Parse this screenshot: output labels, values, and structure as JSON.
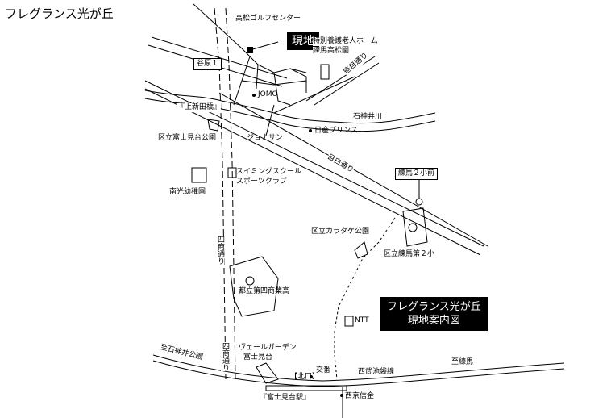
{
  "title": "フレグランス光が丘",
  "site": {
    "label": "現地"
  },
  "legend": {
    "line1": "フレグランス光が丘",
    "line2": "現地案内図"
  },
  "labels": {
    "golf_center": "高松ゴルフセンター",
    "nursing_home_1": "特別養護老人ホーム",
    "nursing_home_2": "練馬高松園",
    "yahara1": "谷原１",
    "sasame_st": "笹目通り",
    "jomo": "JOMO",
    "kamishin": "『上新田橋』",
    "fujimidai_park": "区立富士見台公園",
    "jonathan": "ジョナサン",
    "nissan": "日産プリンス",
    "ishigami": "石神井川",
    "mejiro": "目白通り",
    "nerima2_int": "練馬２小前",
    "swimming_1": "スイミングスクール",
    "swimming_2": "スポーツクラブ",
    "minamikou_kg": "南光幼稚園",
    "karakata_park": "区立カラタケ公園",
    "nerima2_school": "区立練馬第２小",
    "shimei": "四商通り",
    "shoko_hs": "都立第四商業高",
    "ntt": "NTT",
    "garden_1": "ヴェールガーデン",
    "garden_2": "富士見台",
    "shimei2": "四商通り",
    "shakujii_park": "至石神井公園",
    "koban": "交番",
    "north_exit": "【北口】",
    "seibu_line": "西武池袋線",
    "to_nerima": "至練馬",
    "station": "『富士見台駅』",
    "seibu_shinkin": "西京信金"
  }
}
